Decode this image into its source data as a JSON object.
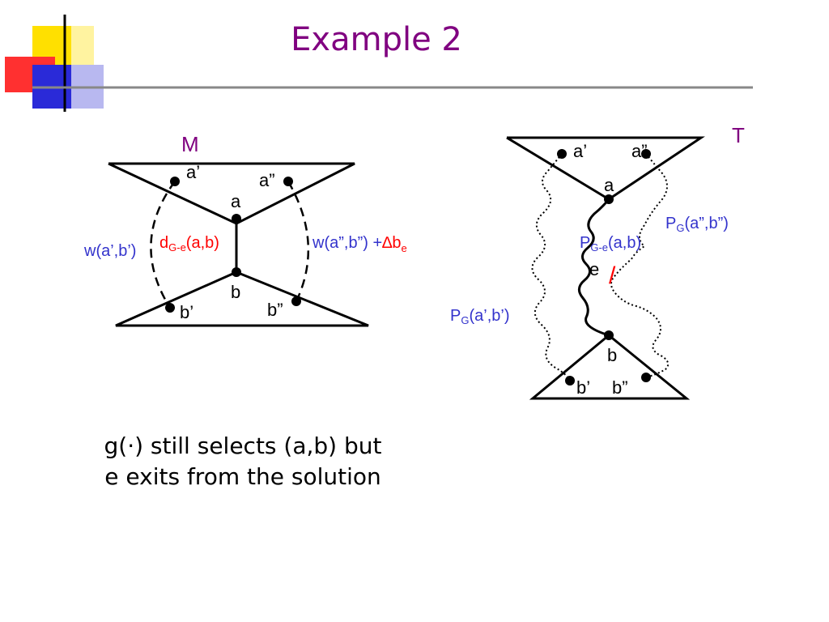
{
  "slide": {
    "title": "Example 2",
    "caption_line1": "g(·) still selects (a,b) but",
    "caption_line2": "e exits from the solution"
  },
  "colors": {
    "title": "#800080",
    "accent_blue": "#3333cc",
    "accent_red": "#ff0000",
    "deco_yellow": "#ffe000",
    "deco_red": "#ff2020",
    "deco_blue": "#2020e0"
  },
  "diagram_m": {
    "label": "M",
    "nodes": {
      "a_prime": "a’",
      "a_dprime": "a”",
      "a": "a",
      "b": "b",
      "b_prime": "b’",
      "b_dprime": "b”"
    },
    "edge_label_left": "w(a’,b’)",
    "edge_label_mid_main": "d",
    "edge_label_mid_sub": "G-e",
    "edge_label_mid_tail": "(a,b)",
    "edge_label_right_main": "w(a”,b”) +",
    "edge_label_right_delta": "∆b",
    "edge_label_right_sub": "e"
  },
  "diagram_t": {
    "label": "T",
    "nodes": {
      "a_prime": "a’",
      "a_dprime": "a”",
      "a": "a",
      "b": "b",
      "b_prime": "b’",
      "b_dprime": "b”",
      "e": "e"
    },
    "path_right_main": "P",
    "path_right_sub": "G",
    "path_right_tail": "(a”,b”)",
    "path_mid_main": "P",
    "path_mid_sub": "G-e",
    "path_mid_tail": "(a,b)",
    "path_left_main": "P",
    "path_left_sub": "G",
    "path_left_tail": "(a’,b’)",
    "cut_mark": "/"
  }
}
